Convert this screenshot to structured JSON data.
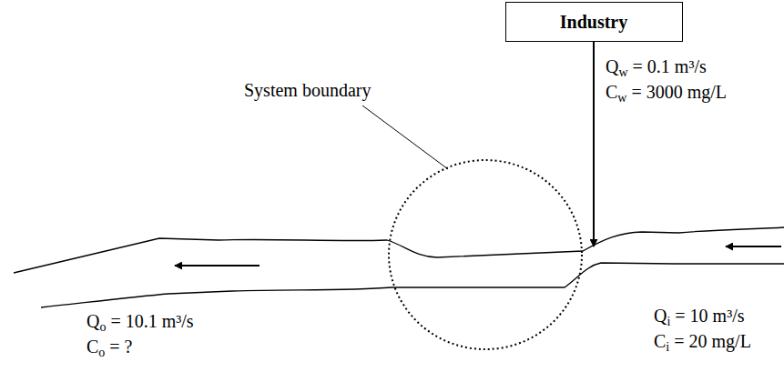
{
  "diagram": {
    "nodes": [
      {
        "text": [
          "Industry"
        ]
      }
    ],
    "labels": [
      "System boundary",
      "Qw = 0.1 m³/s",
      "Cw = 3000 mg/L",
      "Qo = 10.1 m³/s",
      "Co = ?",
      "Qi = 10 m³/s",
      "Ci = 20 mg/L"
    ]
  }
}
